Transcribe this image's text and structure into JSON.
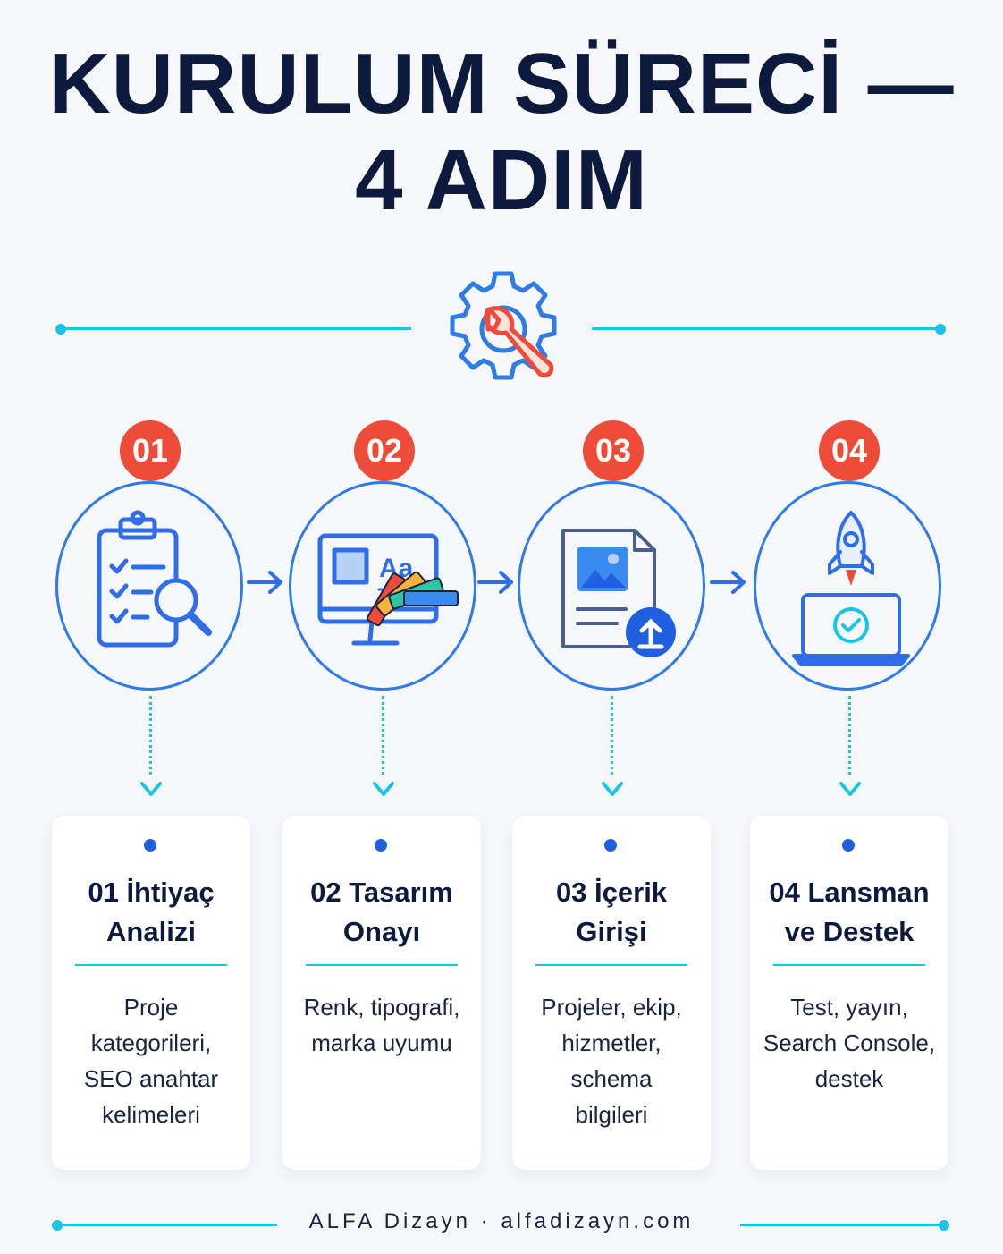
{
  "title": {
    "line1": "KURULUM SÜRECİ —",
    "line2": "4 ADIM"
  },
  "colors": {
    "accent": "#19c4e6",
    "primary": "#2f7bea",
    "badge": "#ee4b38",
    "text": "#0d1a3d"
  },
  "header_icon": "gear-wrench-icon",
  "steps": [
    {
      "number": "01",
      "icon": "checklist-magnifier-icon",
      "title_line1": "01 İhtiyaç",
      "title_line2": "Analizi",
      "description": [
        "Proje",
        "kategorileri,",
        "SEO anahtar",
        "kelimeleri"
      ]
    },
    {
      "number": "02",
      "icon": "monitor-palette-icon",
      "title_line1": "02 Tasarım",
      "title_line2": "Onayı",
      "description": [
        "Renk, tipografi,",
        "marka uyumu",
        "",
        ""
      ]
    },
    {
      "number": "03",
      "icon": "document-upload-icon",
      "title_line1": "03 İçerik",
      "title_line2": "Girişi",
      "description": [
        "Projeler, ekip,",
        "hizmetler, schema",
        "bilgileri",
        ""
      ]
    },
    {
      "number": "04",
      "icon": "rocket-laptop-icon",
      "title_line1": "04 Lansman",
      "title_line2": "ve Destek",
      "description": [
        "Test, yayın,",
        "Search Console,",
        "destek",
        ""
      ]
    }
  ],
  "footer": {
    "text": "ALFA Dizayn · alfadizayn.com"
  }
}
